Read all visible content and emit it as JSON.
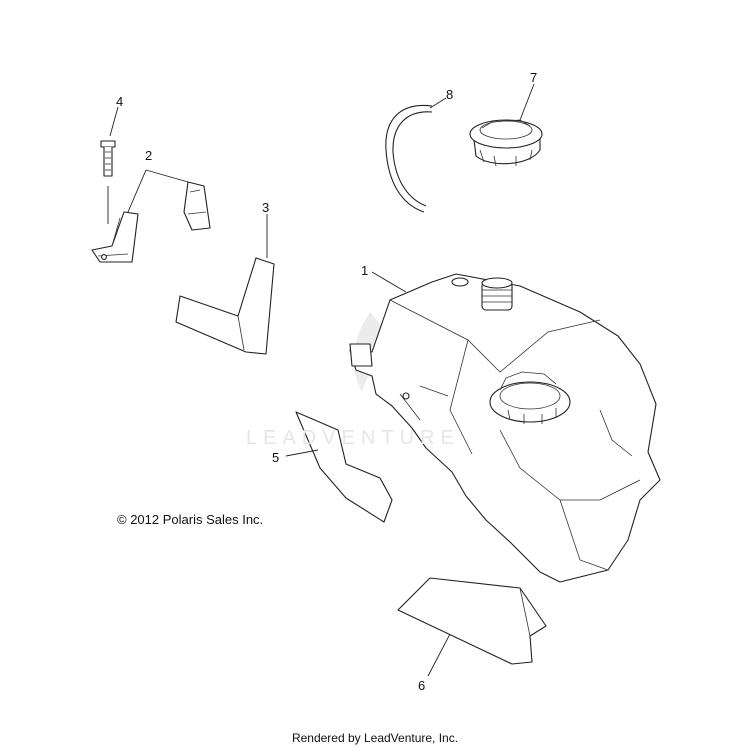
{
  "diagram": {
    "callouts": [
      "1",
      "2",
      "3",
      "4",
      "5",
      "6",
      "7",
      "8"
    ],
    "copyright": "© 2012 Polaris Sales Inc.",
    "watermark": "LEADVENTURE",
    "footer": "Rendered by LeadVenture, Inc."
  }
}
